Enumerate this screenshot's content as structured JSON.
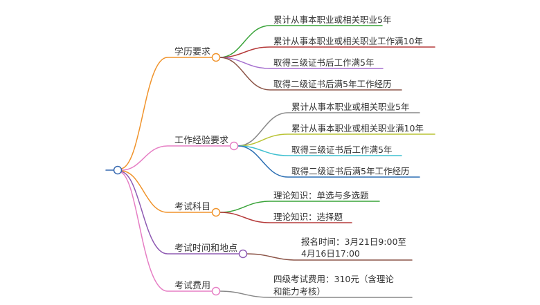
{
  "root": {
    "color": "#3668b0"
  },
  "branches": [
    {
      "label": "学历要求",
      "color": "#f0932b",
      "children": [
        {
          "lines": [
            "累计从事本职业或相关职业5年"
          ],
          "color": "#39a339"
        },
        {
          "lines": [
            "累计从事本职业或相关职业工作满10年"
          ],
          "color": "#b53a3a"
        },
        {
          "lines": [
            "取得三级证书后工作满5年"
          ],
          "color": "#a56fcf"
        },
        {
          "lines": [
            "取得二级证书后满5年工作经历"
          ],
          "color": "#8c5548"
        }
      ]
    },
    {
      "label": "工作经验要求",
      "color": "#e67ec4",
      "children": [
        {
          "lines": [
            "累计从事本职业或相关职业5年"
          ],
          "color": "#888888"
        },
        {
          "lines": [
            "累计从事本职业或相关职业满10年"
          ],
          "color": "#b9c334"
        },
        {
          "lines": [
            "取得三级证书后工作满5年"
          ],
          "color": "#3fc0d0"
        },
        {
          "lines": [
            "取得二级证书后满5年工作经历"
          ],
          "color": "#2c6fb3"
        }
      ]
    },
    {
      "label": "考试科目",
      "color": "#f0932b",
      "children": [
        {
          "lines": [
            "理论知识：单选与多选题"
          ],
          "color": "#39a339"
        },
        {
          "lines": [
            "理论知识：选择题"
          ],
          "color": "#b53a3a"
        }
      ]
    },
    {
      "label": "考试时间和地点",
      "color": "#8f5bb3",
      "children": [
        {
          "lines": [
            "报名时间：3月21日9:00至",
            "4月16日17:00"
          ],
          "color": "#8c5548"
        }
      ]
    },
    {
      "label": "考试费用",
      "color": "#e67ec4",
      "children": [
        {
          "lines": [
            "四级考试费用：310元（含理论",
            "和能力考核）"
          ],
          "color": "#888888"
        }
      ]
    }
  ]
}
